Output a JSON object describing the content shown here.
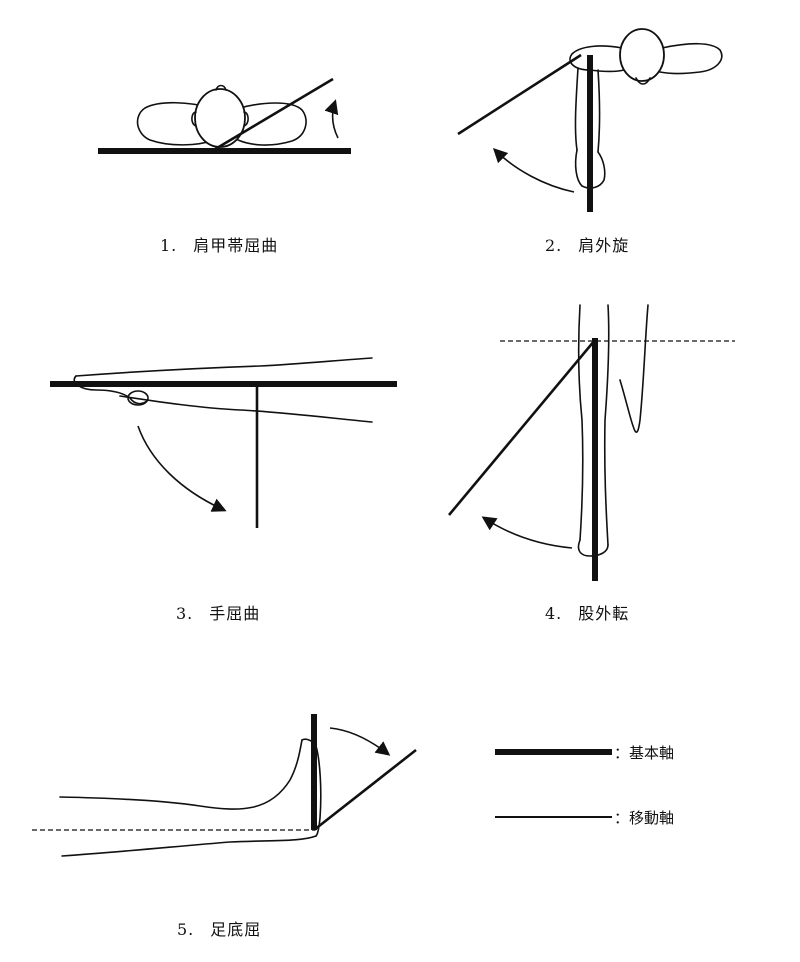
{
  "figures": [
    {
      "number": "1.",
      "label": "肩甲帯屈曲"
    },
    {
      "number": "2.",
      "label": "肩外旋"
    },
    {
      "number": "3.",
      "label": "手屈曲"
    },
    {
      "number": "4.",
      "label": "股外転"
    },
    {
      "number": "5.",
      "label": "足底屈"
    }
  ],
  "legend": {
    "basic_axis": "：基本軸",
    "moving_axis": "：移動軸"
  }
}
